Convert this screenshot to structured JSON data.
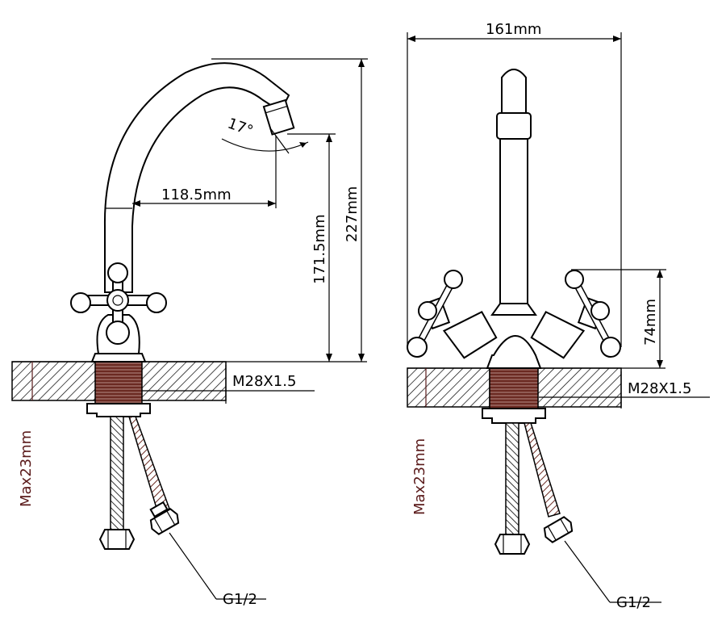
{
  "left_view": {
    "dim_reach": "118.5mm",
    "dim_angle": "17°",
    "dim_spout_height": "171.5mm",
    "dim_total_height": "227mm",
    "thread": "M28X1.5",
    "max_thickness": "Max23mm",
    "connection": "G1/2"
  },
  "right_view": {
    "dim_width": "161mm",
    "dim_handle_height": "74mm",
    "thread": "M28X1.5",
    "max_thickness": "Max23mm",
    "connection": "G1/2"
  },
  "colors": {
    "line": "#000000",
    "hatch": "#000000",
    "thread_fill": "#6b2a22",
    "hose_braid": "#6b2a22",
    "max_label": "#5a1a1a"
  }
}
